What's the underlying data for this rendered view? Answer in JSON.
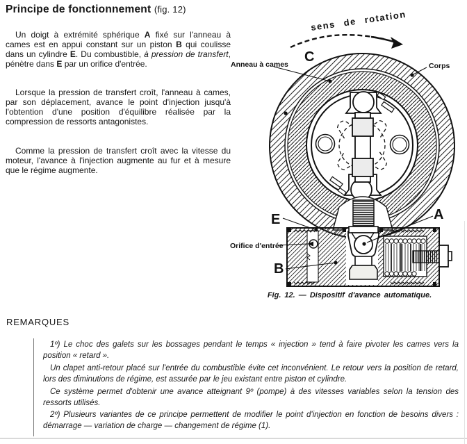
{
  "page": {
    "title": {
      "main": "Principe de fonctionnement",
      "suffix": "(fig. 12)"
    },
    "intro": {
      "p1": [
        {
          "t": "Un doigt à extrémité sphérique "
        },
        {
          "t": "A",
          "b": 1
        },
        {
          "t": " fixé sur l'anneau à cames est en appui constant sur un piston "
        },
        {
          "t": "B",
          "b": 1
        },
        {
          "t": " qui coulisse dans un cylindre "
        },
        {
          "t": "E",
          "b": 1
        },
        {
          "t": ". Du combustible, "
        },
        {
          "t": "à pression de transfert",
          "i": 1
        },
        {
          "t": ", pénètre dans "
        },
        {
          "t": "E",
          "b": 1
        },
        {
          "t": " par un orifice d'entrée."
        }
      ],
      "p2": [
        {
          "t": "Lorsque la pression de transfert croît, l'anneau à cames, par son déplacement, avance le point d'injection jusqu'à l'obtention d'une position d'équilibre réalisée par la compression de ressorts antagonistes."
        }
      ],
      "p3": [
        {
          "t": "Comme la pression de transfert croît avec la vitesse du moteur, l'avance à l'injection augmente au fur et à mesure que le régime augmente."
        }
      ]
    },
    "figure": {
      "rotation_label": "sens de rotation",
      "label_c": "C",
      "label_anneau": "Anneau à cames",
      "label_corps": "Corps",
      "label_e": "E",
      "label_a": "A",
      "label_b": "B",
      "label_orifice": "Orifice d'entrée",
      "caption": "Fig. 12. — Dispositif d'avance automatique."
    },
    "remarques": {
      "heading": "REMARQUES",
      "items": [
        "1º) Le choc des galets sur les bossages pendant le temps « injection » tend à faire pivoter les cames vers la position « retard ».",
        "Un clapet anti-retour placé sur l'entrée du combustible évite cet inconvénient. Le retour vers la position de retard, lors des diminutions de régime, est assurée par le jeu existant entre piston et cylindre.",
        "Ce système permet d'obtenir une avance atteignant 9º (pompe) à des vitesses variables selon la tension des ressorts utilisés.",
        "2º) Plusieurs variantes de ce principe permettent de modifier le point d'injection en fonction de besoins divers : démarrage — variation de charge — changement de régime (1)."
      ]
    }
  }
}
